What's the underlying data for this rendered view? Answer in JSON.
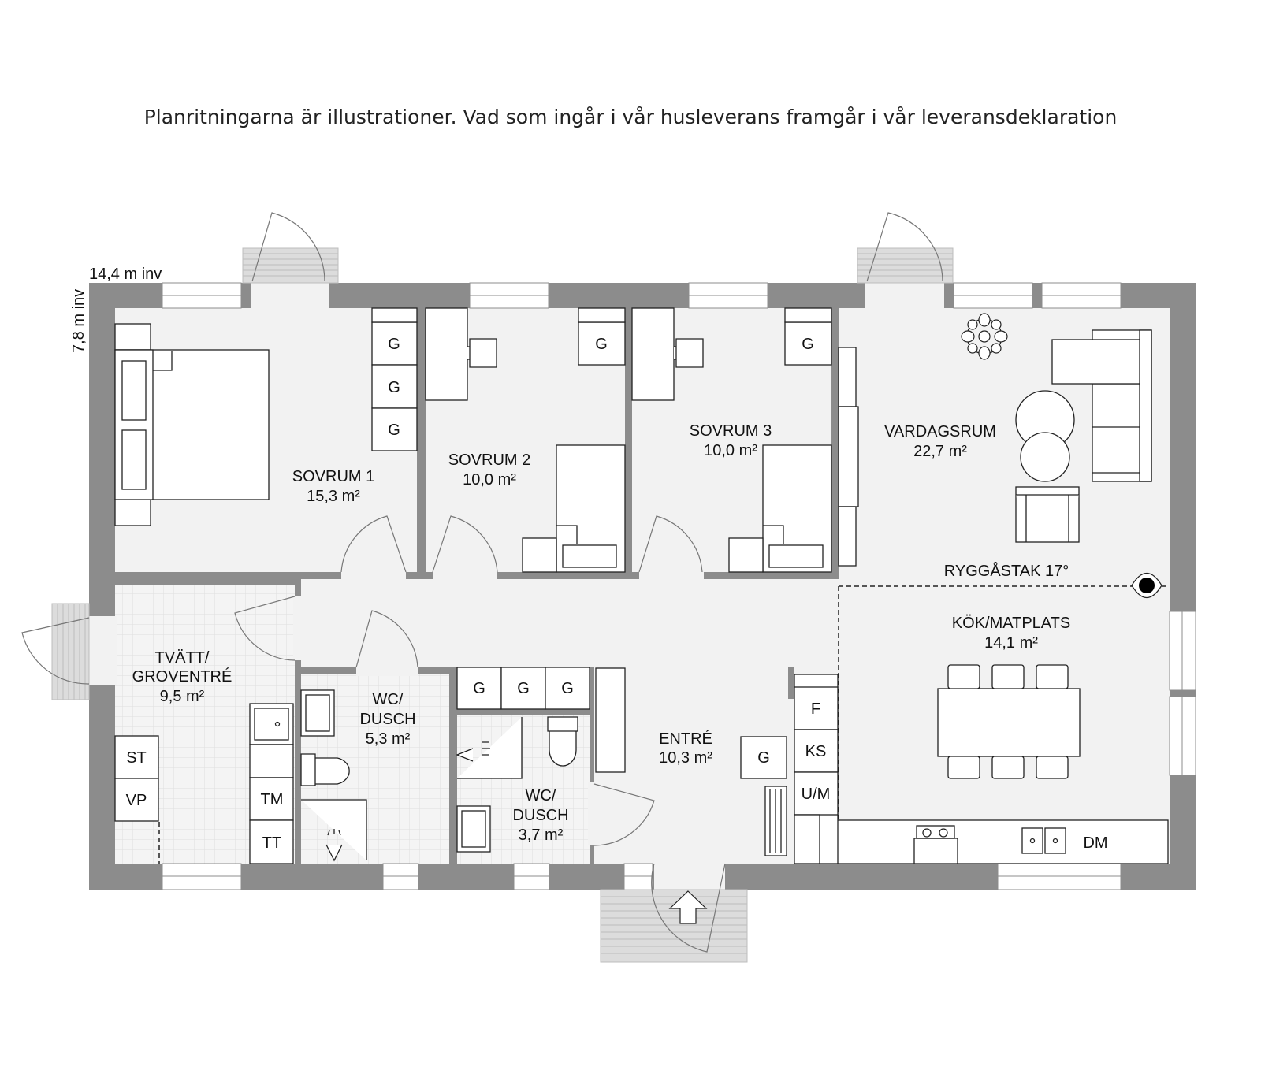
{
  "disclaimer": "Planritningarna är illustrationer. Vad som ingår i vår husleverans framgår i vår leveransdeklaration",
  "dimensions": {
    "width": "14,4 m inv",
    "depth": "7,8 m inv"
  },
  "rooms": {
    "sovrum1": {
      "name": "SOVRUM 1",
      "area": "15,3 m²"
    },
    "sovrum2": {
      "name": "SOVRUM 2",
      "area": "10,0 m²"
    },
    "sovrum3": {
      "name": "SOVRUM 3",
      "area": "10,0 m²"
    },
    "vardagsrum": {
      "name": "VARDAGSRUM",
      "area": "22,7 m²"
    },
    "tvatt": {
      "name1": "TVÄTT/",
      "name2": "GROVENTRÉ",
      "area": "9,5 m²"
    },
    "wc1": {
      "name1": "WC/",
      "name2": "DUSCH",
      "area": "5,3 m²"
    },
    "wc2": {
      "name1": "WC/",
      "name2": "DUSCH",
      "area": "3,7 m²"
    },
    "entre": {
      "name": "ENTRÉ",
      "area": "10,3 m²"
    },
    "kok": {
      "name": "KÖK/MATPLATS",
      "area": "14,1 m²"
    }
  },
  "roof_note": "RYGGÅSTAK 17°",
  "fixtures": {
    "wardrobe": "G",
    "laundry_st": "ST",
    "laundry_vp": "VP",
    "laundry_tm": "TM",
    "laundry_tt": "TT",
    "fridge": "F",
    "freezer": "KS",
    "oven": "U/M",
    "dishwasher": "DM"
  },
  "colors": {
    "wall": "#8c8c8c",
    "floor": "#f2f2f2",
    "window": "#ffffff",
    "line": "#222222",
    "step": "#dcdcdc"
  }
}
